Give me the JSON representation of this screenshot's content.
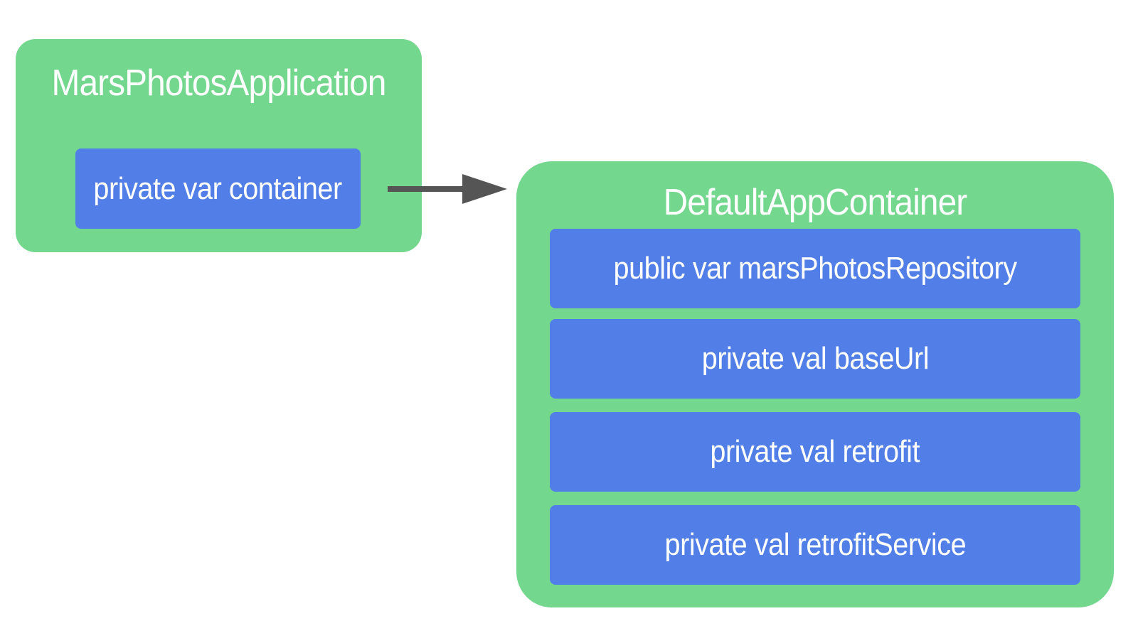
{
  "mars_app": {
    "title": "MarsPhotosApplication",
    "fields": [
      "private var container"
    ]
  },
  "default_container": {
    "title": "DefaultAppContainer",
    "fields": [
      "public var marsPhotosRepository",
      "private val baseUrl",
      "private val retrofit",
      "private val retrofitService"
    ]
  },
  "colors": {
    "container_fill": "#74d78e",
    "field_fill": "#527fe7",
    "arrow": "#555555",
    "text": "#ffffff"
  }
}
